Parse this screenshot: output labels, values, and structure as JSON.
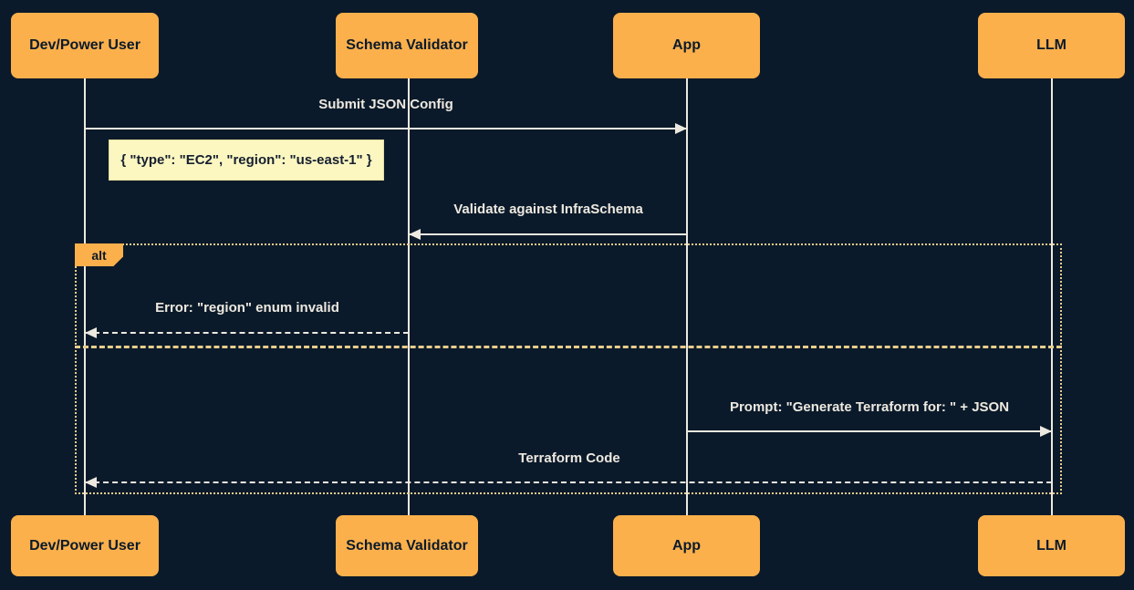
{
  "diagram": {
    "kind": "sequence-diagram",
    "actors": [
      {
        "id": "dev",
        "label": "Dev/Power User"
      },
      {
        "id": "validator",
        "label": "Schema Validator"
      },
      {
        "id": "app",
        "label": "App"
      },
      {
        "id": "llm",
        "label": "LLM"
      }
    ],
    "messages": [
      {
        "from": "Dev/Power User",
        "to": "App",
        "label": "Submit JSON Config",
        "line": "solid",
        "direction": "right"
      },
      {
        "from": "App",
        "to": "Schema Validator",
        "label": "Validate against InfraSchema",
        "line": "solid",
        "direction": "left"
      },
      {
        "from": "Schema Validator",
        "to": "Dev/Power User",
        "label": "Error: \"region\" enum invalid",
        "line": "dashed",
        "direction": "left"
      },
      {
        "from": "App",
        "to": "LLM",
        "label": "Prompt: \"Generate Terraform for: \" + JSON",
        "line": "solid",
        "direction": "right"
      },
      {
        "from": "LLM",
        "to": "Dev/Power User",
        "label": "Terraform Code",
        "line": "dashed",
        "direction": "left"
      }
    ],
    "note": {
      "text": "{ \"type\": \"EC2\", \"region\": \"us-east-1\" }"
    },
    "alt_frame": {
      "label": "alt"
    },
    "colors": {
      "background": "#0B1A2A",
      "actor_fill": "#FBB04C",
      "actor_text": "#0B1A2A",
      "note_fill": "#FCF6C1",
      "note_text": "#152030",
      "line": "#EDE9E0",
      "alt_border": "#E7CE8D"
    }
  }
}
